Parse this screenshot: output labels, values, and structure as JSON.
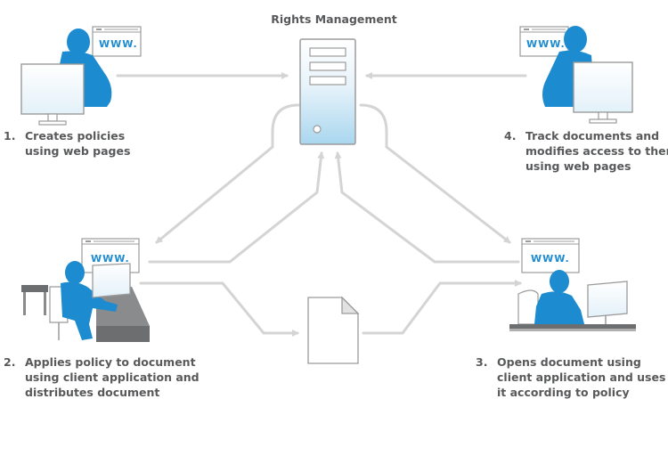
{
  "diagram": {
    "title": "Rights Management",
    "browser_text": "WWW.",
    "steps": [
      {
        "number": "1.",
        "lines": [
          "Creates policies",
          "using web pages"
        ]
      },
      {
        "number": "2.",
        "lines": [
          "Applies policy to document",
          "using client application and",
          "distributes document"
        ]
      },
      {
        "number": "3.",
        "lines": [
          "Opens document using",
          "client application and uses",
          "it according to policy"
        ]
      },
      {
        "number": "4.",
        "lines": [
          "Track documents and",
          "modifies access to them",
          "using web pages"
        ]
      }
    ],
    "icons": {
      "server": "server-icon",
      "document": "document-icon",
      "person": "person-at-computer-icon",
      "browser": "web-browser-icon"
    },
    "colors": {
      "person": "#1c8bd0",
      "arrow": "#d4d4d4",
      "outline": "#9b9b9b",
      "server_fill": "#bfe1f2",
      "text": "#58595b"
    }
  }
}
